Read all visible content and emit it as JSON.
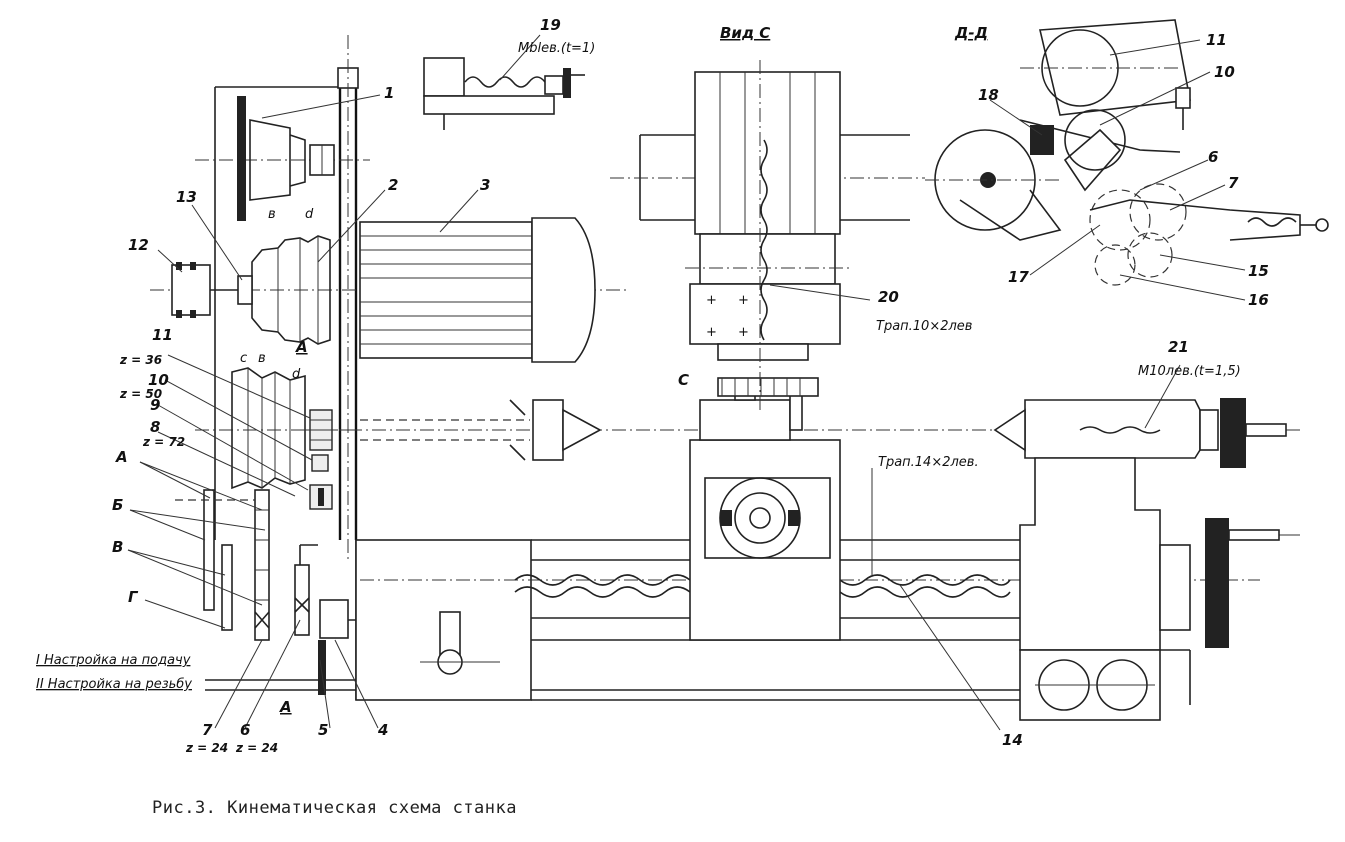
{
  "caption": "Рис.3. Кинематическая схема станка",
  "views": {
    "view_c": "Вид С",
    "section_dd": "Д-Д"
  },
  "callouts": {
    "n1": "1",
    "n2": "2",
    "n3": "3",
    "n4": "4",
    "n5": "5",
    "n6": "6",
    "n7": "7",
    "n8": "8",
    "n9": "9",
    "n10": "10",
    "n11": "11",
    "n12": "12",
    "n13": "13",
    "n14": "14",
    "n20": "20",
    "n21": "21",
    "n19": "19"
  },
  "section_callouts": {
    "d6": "6",
    "d7": "7",
    "d10": "10",
    "d11": "11",
    "d15": "15",
    "d16": "16",
    "d17": "17",
    "d18": "18"
  },
  "gear_teeth": {
    "z36": "z = 36",
    "z50": "z = 50",
    "z72": "z = 72",
    "z24a": "z = 24",
    "z24b": "z = 24"
  },
  "annotations": {
    "thread_19": "Мblев.(t=1)",
    "thread_20": "Трап.10×2лев",
    "thread_21": "М10лев.(t=1,5)",
    "lead_screw": "Трап.14×2лев.",
    "setting_1": "I  Настройка на подачу",
    "setting_2": "II  Настройка на резьбу"
  },
  "letters": {
    "a": "А",
    "b": "Б",
    "v": "В",
    "g": "Г",
    "c_arrow": "С",
    "c_left": "с",
    "sec_a": "А",
    "sec_a2": "А",
    "in_b": "в",
    "in_d": "d",
    "in_b2": "в",
    "in_d2": "d"
  }
}
